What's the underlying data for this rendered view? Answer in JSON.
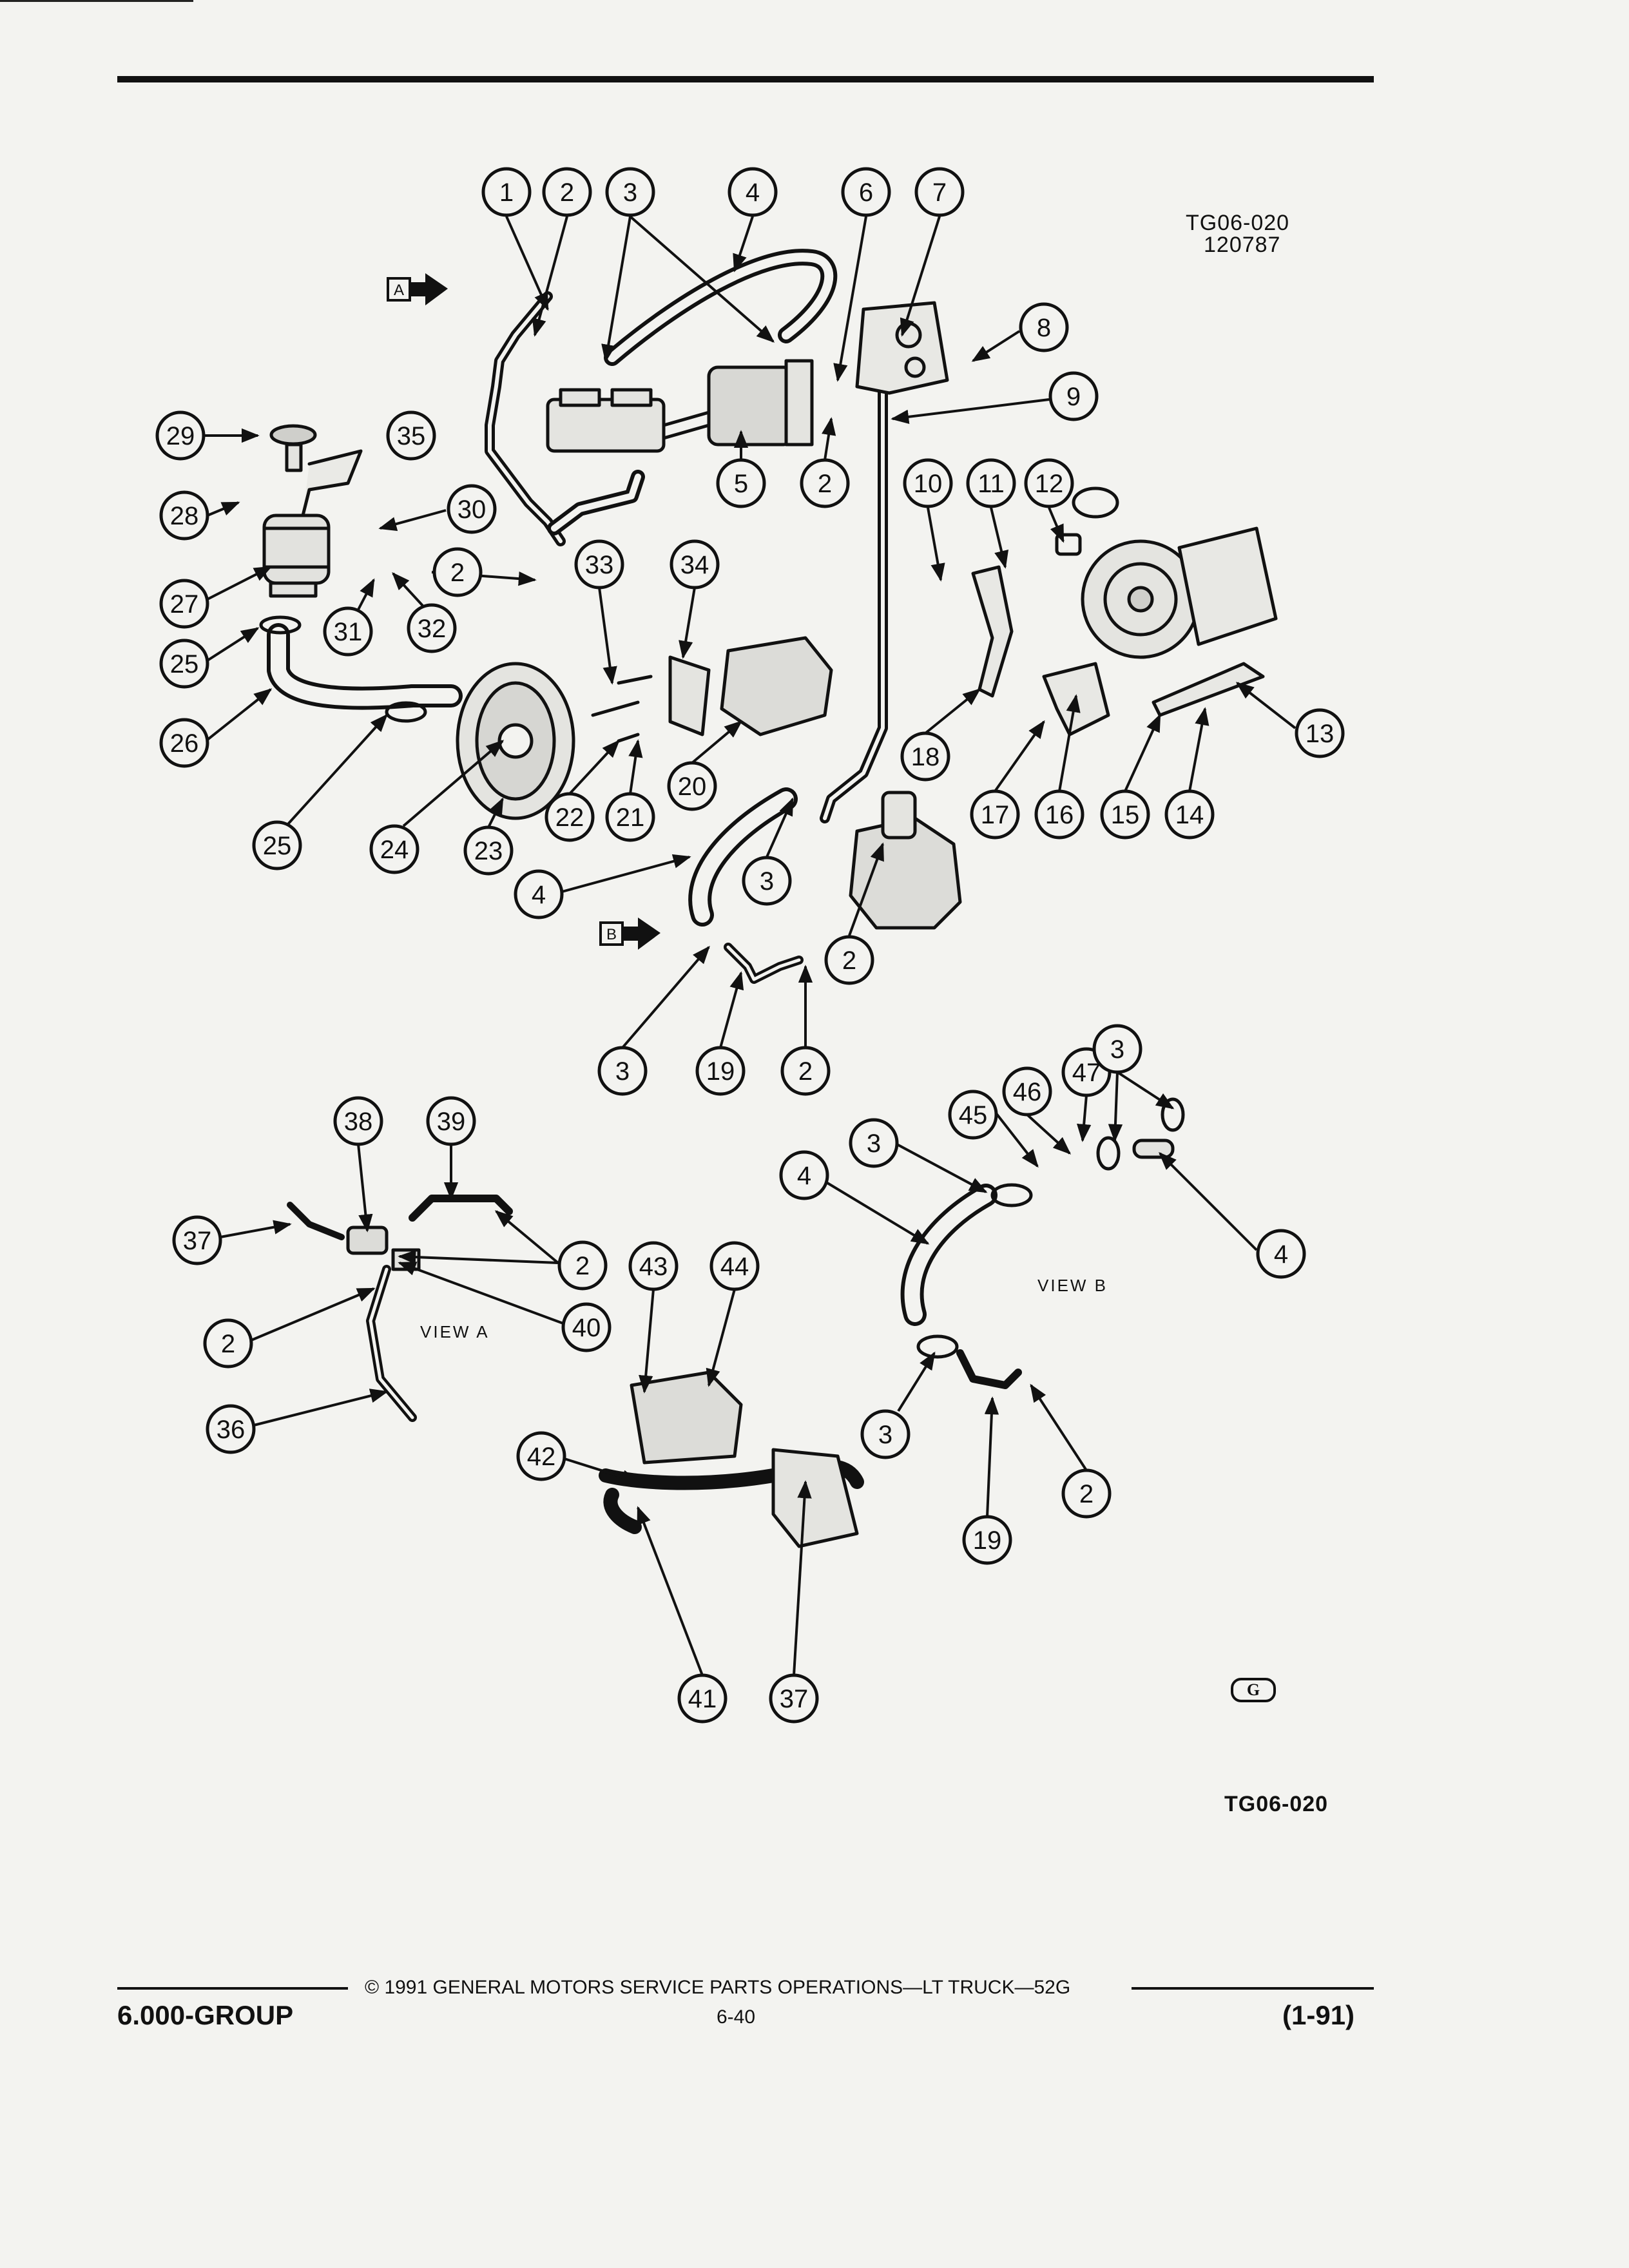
{
  "header": {
    "code": "TG06-020",
    "date_code": "120787"
  },
  "view_arrows": [
    "A",
    "B"
  ],
  "views": {
    "a": "VIEW A",
    "b": "VIEW B"
  },
  "callouts": {
    "c1": "1",
    "c2": "2",
    "c3": "3",
    "c4": "4",
    "c5": "5",
    "c6": "6",
    "c7": "7",
    "c8": "8",
    "c9": "9",
    "c10": "10",
    "c11": "11",
    "c12": "12",
    "c13": "13",
    "c14": "14",
    "c15": "15",
    "c16": "16",
    "c17": "17",
    "c18": "18",
    "c19": "19",
    "c20": "20",
    "c21": "21",
    "c22": "22",
    "c23": "23",
    "c24": "24",
    "c25": "25",
    "c26": "26",
    "c27": "27",
    "c28": "28",
    "c29": "29",
    "c30": "30",
    "c31": "31",
    "c32": "32",
    "c33": "33",
    "c34": "34",
    "c35": "35",
    "c36": "36",
    "c37": "37",
    "c38": "38",
    "c39": "39",
    "c40": "40",
    "c41": "41",
    "c42": "42",
    "c43": "43",
    "c44": "44",
    "c45": "45",
    "c46": "46",
    "c47": "47"
  },
  "figure_code": "TG06-020",
  "footer": {
    "copyright": "© 1991 GENERAL MOTORS SERVICE PARTS OPERATIONS—LT TRUCK—52G",
    "group": "6.000-GROUP",
    "page": "6-40",
    "revision": "(1-91)"
  },
  "logo_letter": "G"
}
